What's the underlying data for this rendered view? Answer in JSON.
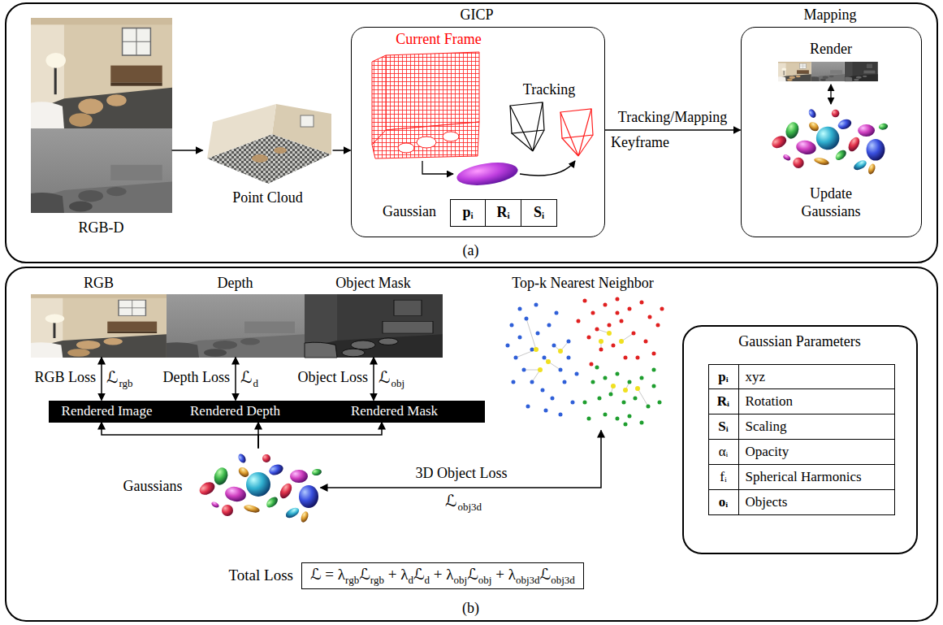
{
  "diagram": {
    "nodes": [
      {
        "text": [
          "(a)"
        ]
      },
      {
        "text": [
          "RGB-D"
        ],
        "in": 0
      },
      {
        "text": [
          "Point Cloud"
        ],
        "in": 0
      },
      {
        "text": [
          "GICP"
        ],
        "in": 0
      },
      {
        "text": [
          "Gaussian",
          "pᵢ",
          "Rᵢ",
          "Sᵢ"
        ],
        "in": 3
      },
      {
        "text": [
          "Mapping"
        ],
        "in": 0
      },
      {
        "text": [
          "(b)"
        ]
      },
      {
        "text": [
          "RGB"
        ],
        "in": 6
      },
      {
        "text": [
          "Depth"
        ],
        "in": 6
      },
      {
        "text": [
          "Object Mask"
        ],
        "in": 6
      },
      {
        "text": [
          "Top-k Nearest Neighbor"
        ],
        "in": 6
      },
      {
        "text": [
          "Gaussian Parameters",
          "pᵢ",
          "xyz",
          "Rᵢ",
          "Rotation",
          "Sᵢ",
          "Scaling",
          "αᵢ",
          "Opacity",
          "fᵢ",
          "Spherical Harmonics",
          "oᵢ",
          "Objects"
        ],
        "in": 6
      },
      {
        "text": [
          "Rendered Image"
        ],
        "in": 6
      },
      {
        "text": [
          "Rendered Depth"
        ],
        "in": 6
      },
      {
        "text": [
          "Rendered Mask"
        ],
        "in": 6
      },
      {
        "text": [
          "Gaussians"
        ],
        "in": 6
      },
      {
        "text": [
          "Total Loss",
          "ℒ = λ",
          "rgb",
          "ℒ",
          "rgb",
          " + λ",
          "d",
          "ℒ",
          "d",
          " + λ",
          "obj",
          "ℒ",
          "obj",
          " + λ",
          "obj3d",
          "ℒ",
          "obj3d"
        ],
        "in": 6
      }
    ],
    "edges": [
      {
        "from": 1,
        "to": 2,
        "arrow": "to"
      },
      {
        "from": 2,
        "to": 3,
        "arrow": "to"
      },
      {
        "from": 3,
        "to": 5,
        "arrow": "to",
        "label": "Tracking/Mapping"
      },
      {
        "from": 7,
        "to": 12,
        "arrow": "both",
        "label": "RGB Loss"
      },
      {
        "from": 8,
        "to": 13,
        "arrow": "both",
        "label": "Depth Loss"
      },
      {
        "from": 9,
        "to": 14,
        "arrow": "both",
        "label": "Object Loss"
      },
      {
        "from": 15,
        "to": 12,
        "arrow": "to"
      },
      {
        "from": 15,
        "to": 13,
        "arrow": "to"
      },
      {
        "from": 15,
        "to": 14,
        "arrow": "to"
      },
      {
        "from": 15,
        "to": 10,
        "arrow": "both",
        "label": "3D Object Loss"
      }
    ],
    "labels": [
      "Current Frame",
      "Tracking",
      "Keyframe",
      "Render",
      "Update Gaussians",
      "ℒ",
      "rgb",
      "ℒ",
      "d",
      "ℒ",
      "obj",
      "ℒ",
      "obj3d"
    ]
  }
}
